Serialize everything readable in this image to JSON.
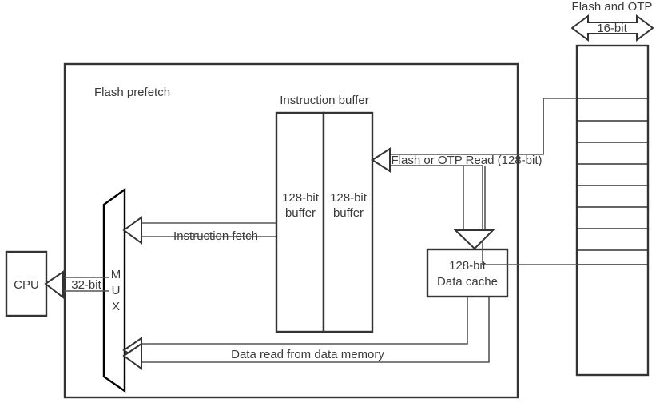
{
  "diagram": {
    "title": "Flash prefetch / instruction buffer block diagram",
    "labels": {
      "flash_prefetch": "Flash prefetch",
      "instruction_buffer": "Instruction buffer",
      "buffer_a_line1": "128-bit",
      "buffer_a_line2": "buffer",
      "buffer_b_line1": "128-bit",
      "buffer_b_line2": "buffer",
      "data_cache_line1": "128-bit",
      "data_cache_line2": "Data cache",
      "cpu": "CPU",
      "mux_m": "M",
      "mux_u": "U",
      "mux_x": "X",
      "bus_32bit": "32-bit",
      "bus_16bit": "16-bit",
      "flash_and_otp": "Flash and OTP",
      "flash_or_otp_read": "Flash or OTP Read (128-bit)",
      "instruction_fetch": "Instruction fetch",
      "data_read": "Data read from data memory"
    },
    "colors": {
      "stroke": "#333333",
      "text": "#3a3a3a",
      "background": "#ffffff",
      "thin_stroke": "#555555"
    }
  }
}
